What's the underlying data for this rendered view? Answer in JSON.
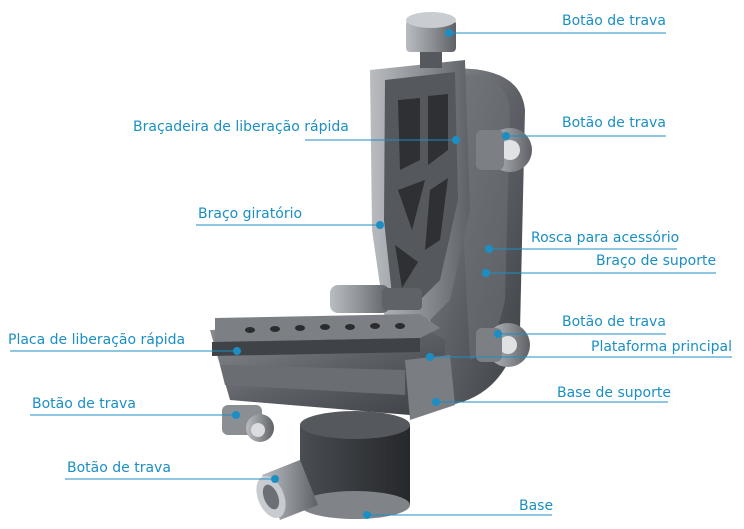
{
  "accent_color": "#1b8fc4",
  "labels": {
    "knob_top": "Botão de trava",
    "qr_clamp": "Braçadeira de liberação rápida",
    "knob_upper_right": "Botão de trava",
    "swivel_arm": "Braço giratório",
    "accessory_thread": "Rosca para acessório",
    "support_arm": "Braço de suporte",
    "knob_mid_right": "Botão de trava",
    "main_platform": "Plataforma principal",
    "qr_plate": "Placa de liberação rápida",
    "support_base": "Base de suporte",
    "knob_left": "Botão de trava",
    "knob_bottom": "Botão de trava",
    "base": "Base"
  }
}
